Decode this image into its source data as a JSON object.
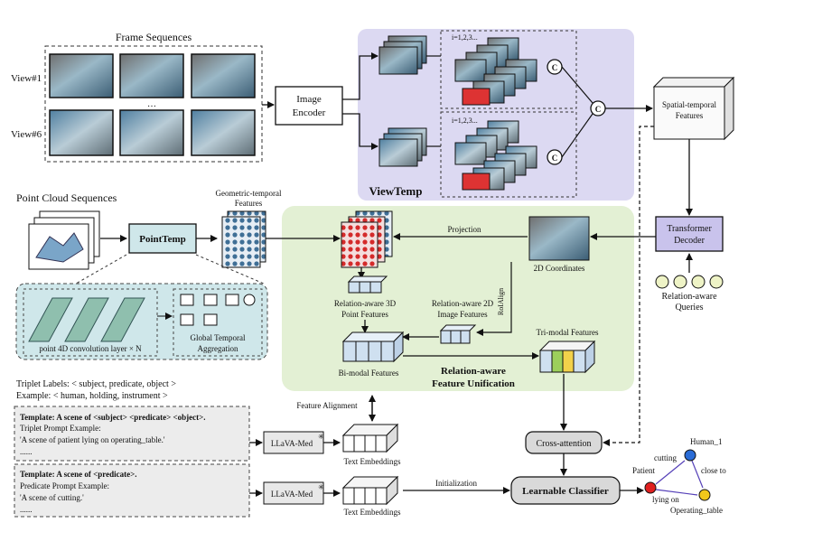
{
  "frame": {
    "title": "Frame Sequences",
    "view1": "View#1",
    "view6": "View#6"
  },
  "image_encoder": [
    "Image",
    "Encoder"
  ],
  "viewtemp": {
    "label": "ViewTemp",
    "top_set": "i=1,2,3...",
    "bottom_set": "i=1,2,3...",
    "concat_symbol": "C"
  },
  "spatial_temporal": [
    "Spatial-temporal",
    "Features"
  ],
  "point_cloud": {
    "title": "Point Cloud Sequences",
    "pointtemp": "PointTemp",
    "geometric": [
      "Geometric-temporal",
      "Features"
    ],
    "conv_layer": "point 4D convolution layer × N",
    "global_temporal": [
      "Global Temporal",
      "Aggregation"
    ]
  },
  "unification": {
    "projection": "Projection",
    "coords": "2D Coordinates",
    "roialign": "RoIAlign",
    "rel3d": [
      "Relation-aware 3D",
      "Point Features"
    ],
    "rel2d": [
      "Relation-aware 2D",
      "Image Features"
    ],
    "bimodal": "Bi-modal Features",
    "trimodal": "Tri-modal Features",
    "title": [
      "Relation-aware",
      "Feature Unification"
    ]
  },
  "decoder": {
    "label": [
      "Transformer",
      "Decoder"
    ],
    "queries": [
      "Relation-aware",
      "Queries"
    ]
  },
  "prompts": {
    "triplet_labels": "Triplet Labels: < subject, predicate, object >",
    "example": "Example: < human,  holding, instrument >",
    "box1": {
      "template": "Template: A scene of <subject> <predicate> <object>.",
      "heading": "Triplet Prompt Example:",
      "example": "'A scene of patient lying on operating_table.'",
      "dots": "......"
    },
    "box2": {
      "template": "Template: A scene of <predicate>.",
      "heading": "Predicate Prompt Example:",
      "example": "'A scene of cutting.'",
      "dots": "......"
    },
    "llava": "LLaVA-Med",
    "text_embeddings": "Text Embeddings",
    "feature_alignment": "Feature Alignment",
    "initialization": "Initialization"
  },
  "classifier": {
    "cross_attention": "Cross-attention",
    "learnable": "Learnable Classifier"
  },
  "graph": {
    "human": "Human_1",
    "patient": "Patient",
    "table": "Operating_table",
    "cutting": "cutting",
    "close_to": "close to",
    "lying_on": "lying on"
  },
  "colors": {
    "viewtemp_bg": "#dcd9f2",
    "unification_bg": "#e3f0d4",
    "pointtemp_bg": "#cfe7ea",
    "decoder_bg": "#c9c3ec",
    "feature_blue": "#cfe0f0",
    "query_fill": "#eef3c6",
    "graph_red": "#e02020",
    "graph_blue": "#2a6cd6",
    "graph_yellow": "#f2c81b"
  }
}
